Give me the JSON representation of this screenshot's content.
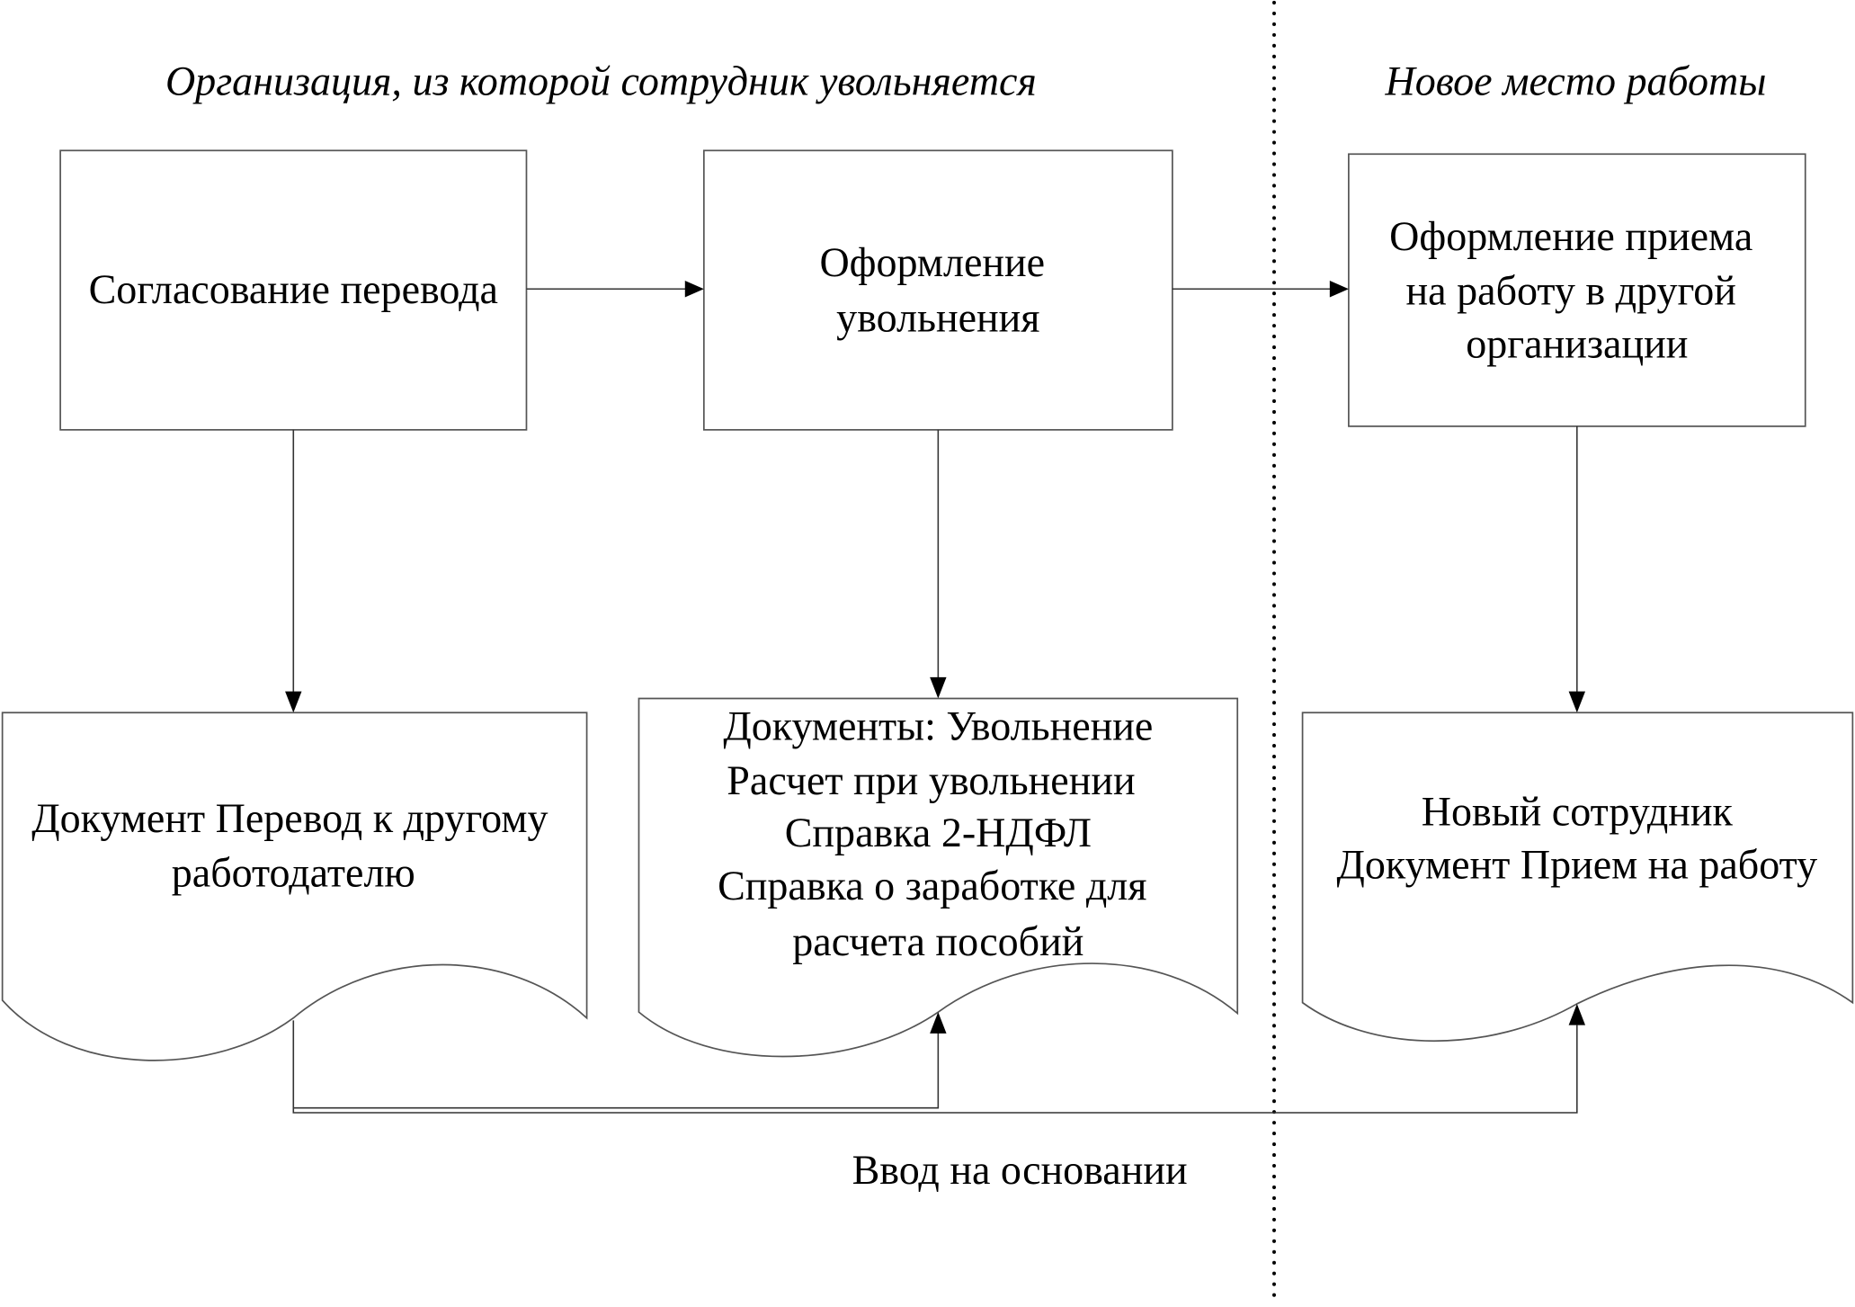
{
  "headers": {
    "left": "Организация, из которой сотрудник увольняется",
    "right": "Новое место работы"
  },
  "processes": [
    {
      "id": "p1",
      "lines": [
        "Согласование перевода"
      ]
    },
    {
      "id": "p2",
      "lines": [
        "Оформление",
        "увольнения"
      ]
    },
    {
      "id": "p3",
      "lines": [
        "Оформление приема",
        "на работу в другой",
        "организации"
      ]
    }
  ],
  "documents": [
    {
      "id": "d1",
      "lines": [
        "Документ Перевод к другому",
        "работодателю"
      ]
    },
    {
      "id": "d2",
      "lines": [
        "Документы: Увольнение",
        "Расчет при увольнении",
        "Справка 2-НДФЛ",
        "Справка о заработке для",
        "расчета пособий"
      ]
    },
    {
      "id": "d3",
      "lines": [
        "Новый сотрудник",
        "Документ Прием на работу"
      ]
    }
  ],
  "connector_label": "Ввод на основании",
  "edges": [
    {
      "from": "p1",
      "to": "p2"
    },
    {
      "from": "p2",
      "to": "p3"
    },
    {
      "from": "p1",
      "to": "d1"
    },
    {
      "from": "p2",
      "to": "d2"
    },
    {
      "from": "p3",
      "to": "d3"
    },
    {
      "from": "d1",
      "to": "d2",
      "label": "Ввод на основании"
    },
    {
      "from": "d1",
      "to": "d3",
      "label": "Ввод на основании"
    }
  ]
}
